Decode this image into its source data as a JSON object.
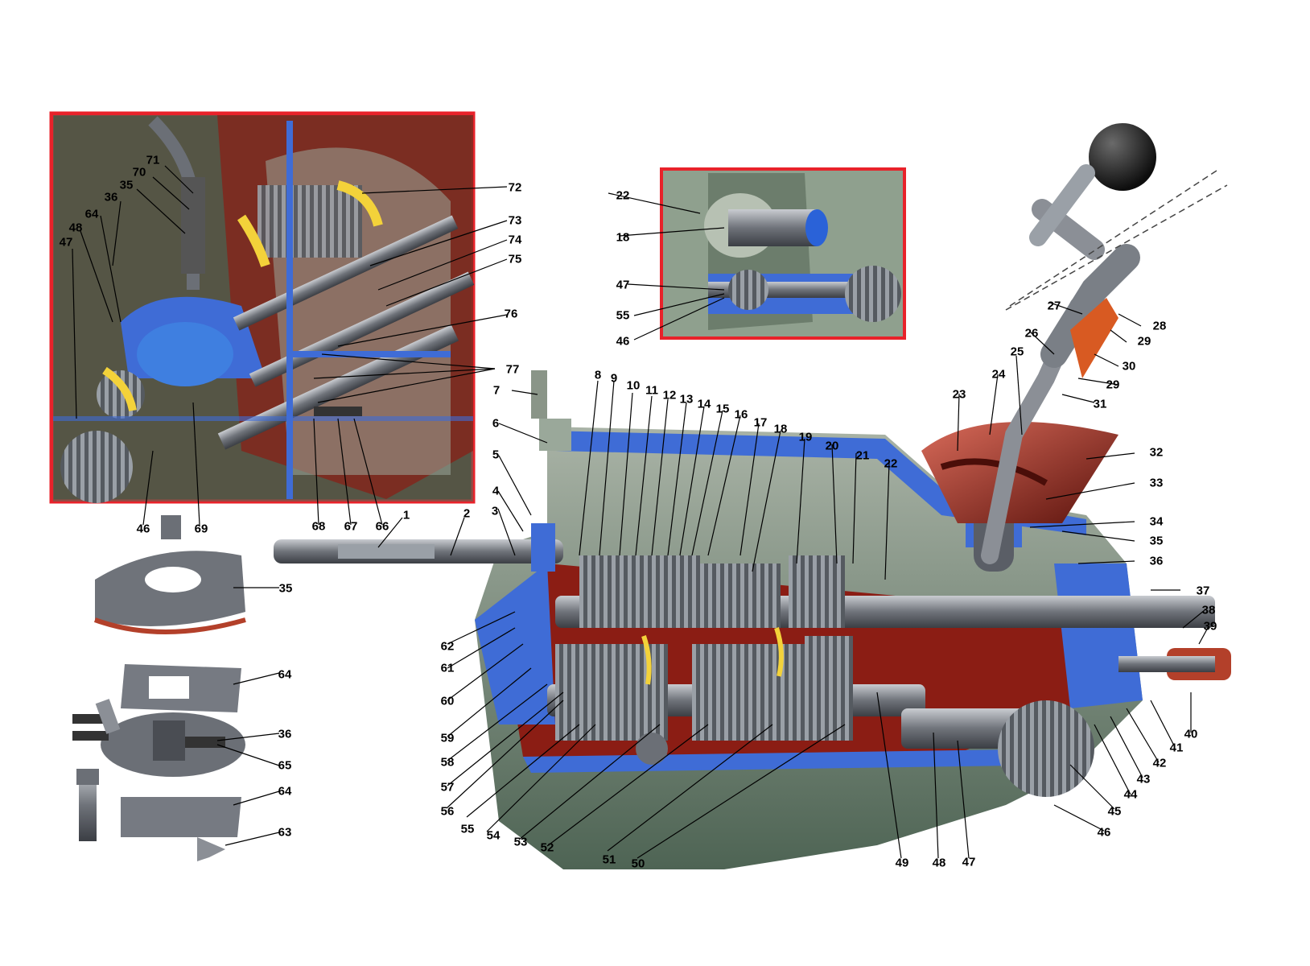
{
  "diagram": {
    "colors": {
      "inset_border": "#e8222a",
      "casing": "#3f6cd6",
      "casing_dark": "#1d45b8",
      "housing_gray": "#8a9588",
      "housing_green": "#5f7a66",
      "interior_red": "#8a1b12",
      "gear_gray": "#5b5f66",
      "shaft_steel": "#8b8f96",
      "boot_red": "#a12a20",
      "knob": "#1a1a1a",
      "accent_yellow": "#f3d23a"
    },
    "icons": [
      "gearbox-cutaway",
      "shift-lever",
      "shift-knob",
      "rubber-boot",
      "gear-icon",
      "spring-icon",
      "bolt-icon"
    ],
    "labels": {
      "n1": "1",
      "n2": "2",
      "n3": "3",
      "n4": "4",
      "n5": "5",
      "n6": "6",
      "n7": "7",
      "n8": "8",
      "n9": "9",
      "n10": "10",
      "n11": "11",
      "n12": "12",
      "n13": "13",
      "n14": "14",
      "n15": "15",
      "n16": "16",
      "n17": "17",
      "n18": "18",
      "n19": "19",
      "n20": "20",
      "n21": "21",
      "n22": "22",
      "n23": "23",
      "n24": "24",
      "n25": "25",
      "n26": "26",
      "n27": "27",
      "n28": "28",
      "n29a": "29",
      "n29b": "29",
      "n30": "30",
      "n31": "31",
      "n32": "32",
      "n33": "33",
      "n34": "34",
      "n35": "35",
      "n36": "36",
      "n37": "37",
      "n38": "38",
      "n39": "39",
      "n40": "40",
      "n41": "41",
      "n42": "42",
      "n43": "43",
      "n44": "44",
      "n45": "45",
      "n46": "46",
      "n47": "47",
      "n48": "48",
      "n49": "49",
      "n50": "50",
      "n51": "51",
      "n52": "52",
      "n53": "53",
      "n54": "54",
      "n55": "55",
      "n56": "56",
      "n57": "57",
      "n58": "58",
      "n59": "59",
      "n60": "60",
      "n61": "61",
      "n62": "62",
      "t22": "22",
      "t18": "18",
      "t47": "47",
      "t55": "55",
      "t46": "46",
      "l71": "71",
      "l70": "70",
      "l35": "35",
      "l36": "36",
      "l64": "64",
      "l48": "48",
      "l47": "47",
      "l72": "72",
      "l73": "73",
      "l74": "74",
      "l75": "75",
      "l76": "76",
      "l77": "77",
      "l46": "46",
      "l69": "69",
      "l68": "68",
      "l67": "67",
      "l66": "66",
      "e35": "35",
      "e64a": "64",
      "e36": "36",
      "e65": "65",
      "e64b": "64",
      "e63": "63"
    }
  }
}
